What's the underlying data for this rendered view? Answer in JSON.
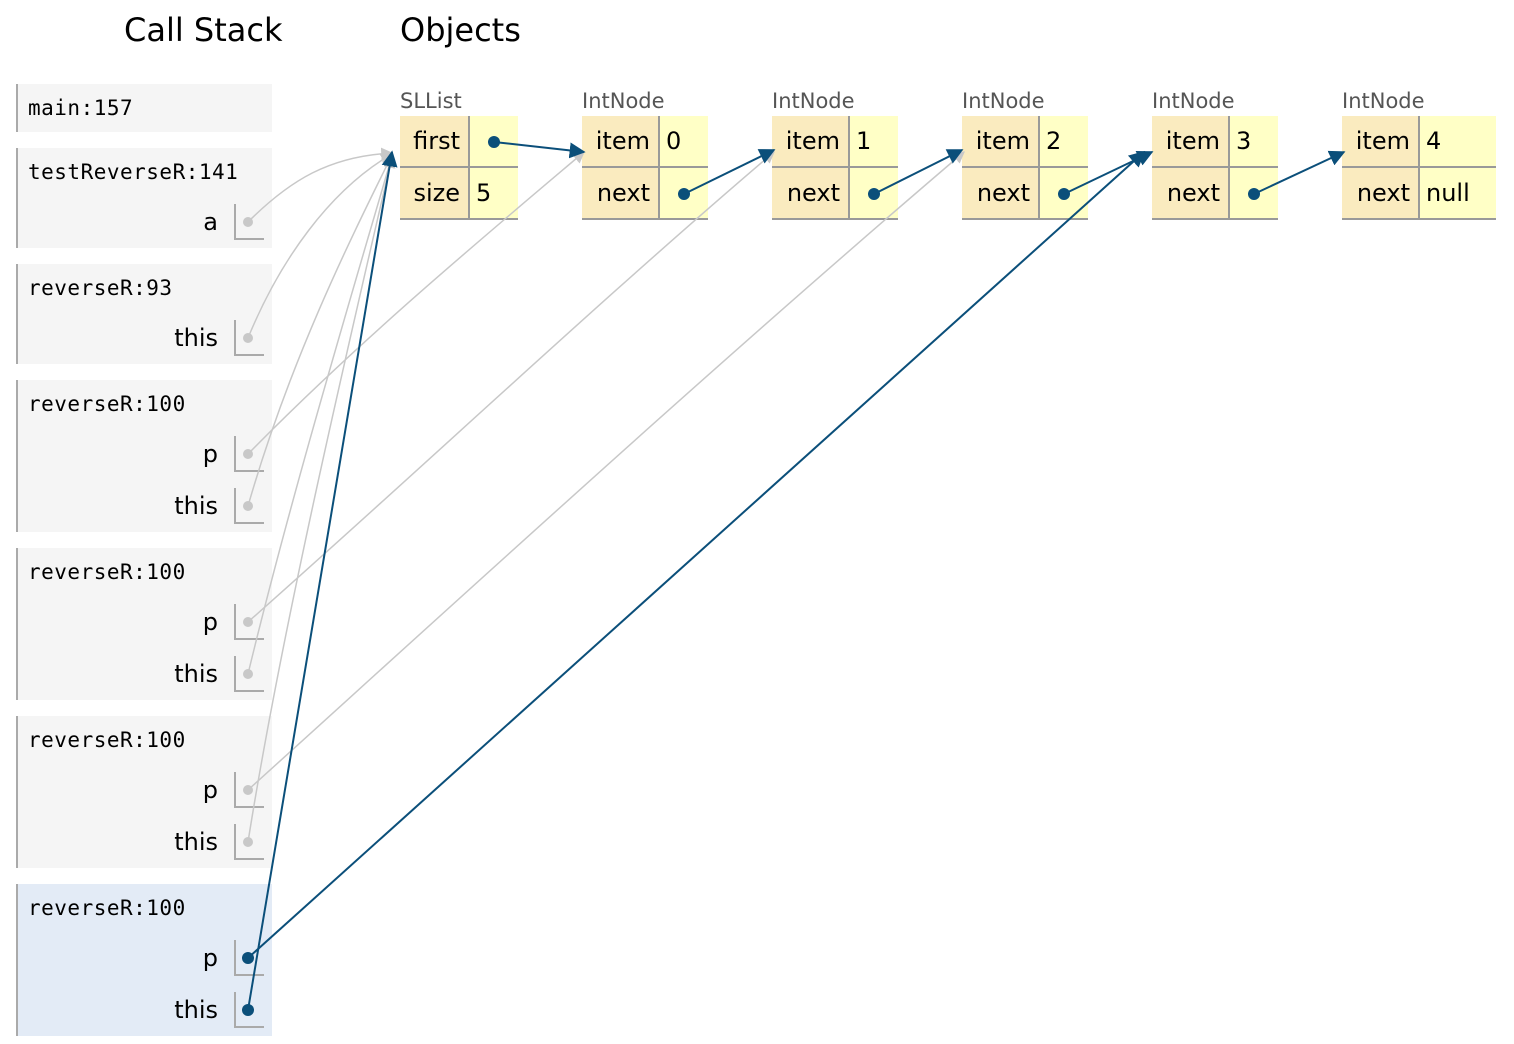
{
  "headings": {
    "call_stack": "Call Stack",
    "objects": "Objects"
  },
  "frames": [
    {
      "name": "main:157",
      "vars": []
    },
    {
      "name": "testReverseR:141",
      "vars": [
        "a"
      ]
    },
    {
      "name": "reverseR:93",
      "vars": [
        "this"
      ]
    },
    {
      "name": "reverseR:100",
      "vars": [
        "p",
        "this"
      ]
    },
    {
      "name": "reverseR:100",
      "vars": [
        "p",
        "this"
      ]
    },
    {
      "name": "reverseR:100",
      "vars": [
        "p",
        "this"
      ]
    },
    {
      "name": "reverseR:100",
      "vars": [
        "p",
        "this"
      ]
    }
  ],
  "sllist": {
    "type": "SLList",
    "fields": [
      {
        "name": "first",
        "value": ""
      },
      {
        "name": "size",
        "value": "5"
      }
    ]
  },
  "nodes": [
    {
      "type": "IntNode",
      "item_label": "item",
      "item": "0",
      "next_label": "next",
      "next": ""
    },
    {
      "type": "IntNode",
      "item_label": "item",
      "item": "1",
      "next_label": "next",
      "next": ""
    },
    {
      "type": "IntNode",
      "item_label": "item",
      "item": "2",
      "next_label": "next",
      "next": ""
    },
    {
      "type": "IntNode",
      "item_label": "item",
      "item": "3",
      "next_label": "next",
      "next": ""
    },
    {
      "type": "IntNode",
      "item_label": "item",
      "item": "4",
      "next_label": "next",
      "next": "null"
    }
  ],
  "colors": {
    "active_pointer": "#0b4f7a",
    "inactive_pointer": "#c8c8c8",
    "active_frame": "#e3ebf6",
    "frame": "#f5f5f5",
    "field_name_bg": "#faebbf",
    "field_value_bg": "#ffffc6"
  }
}
